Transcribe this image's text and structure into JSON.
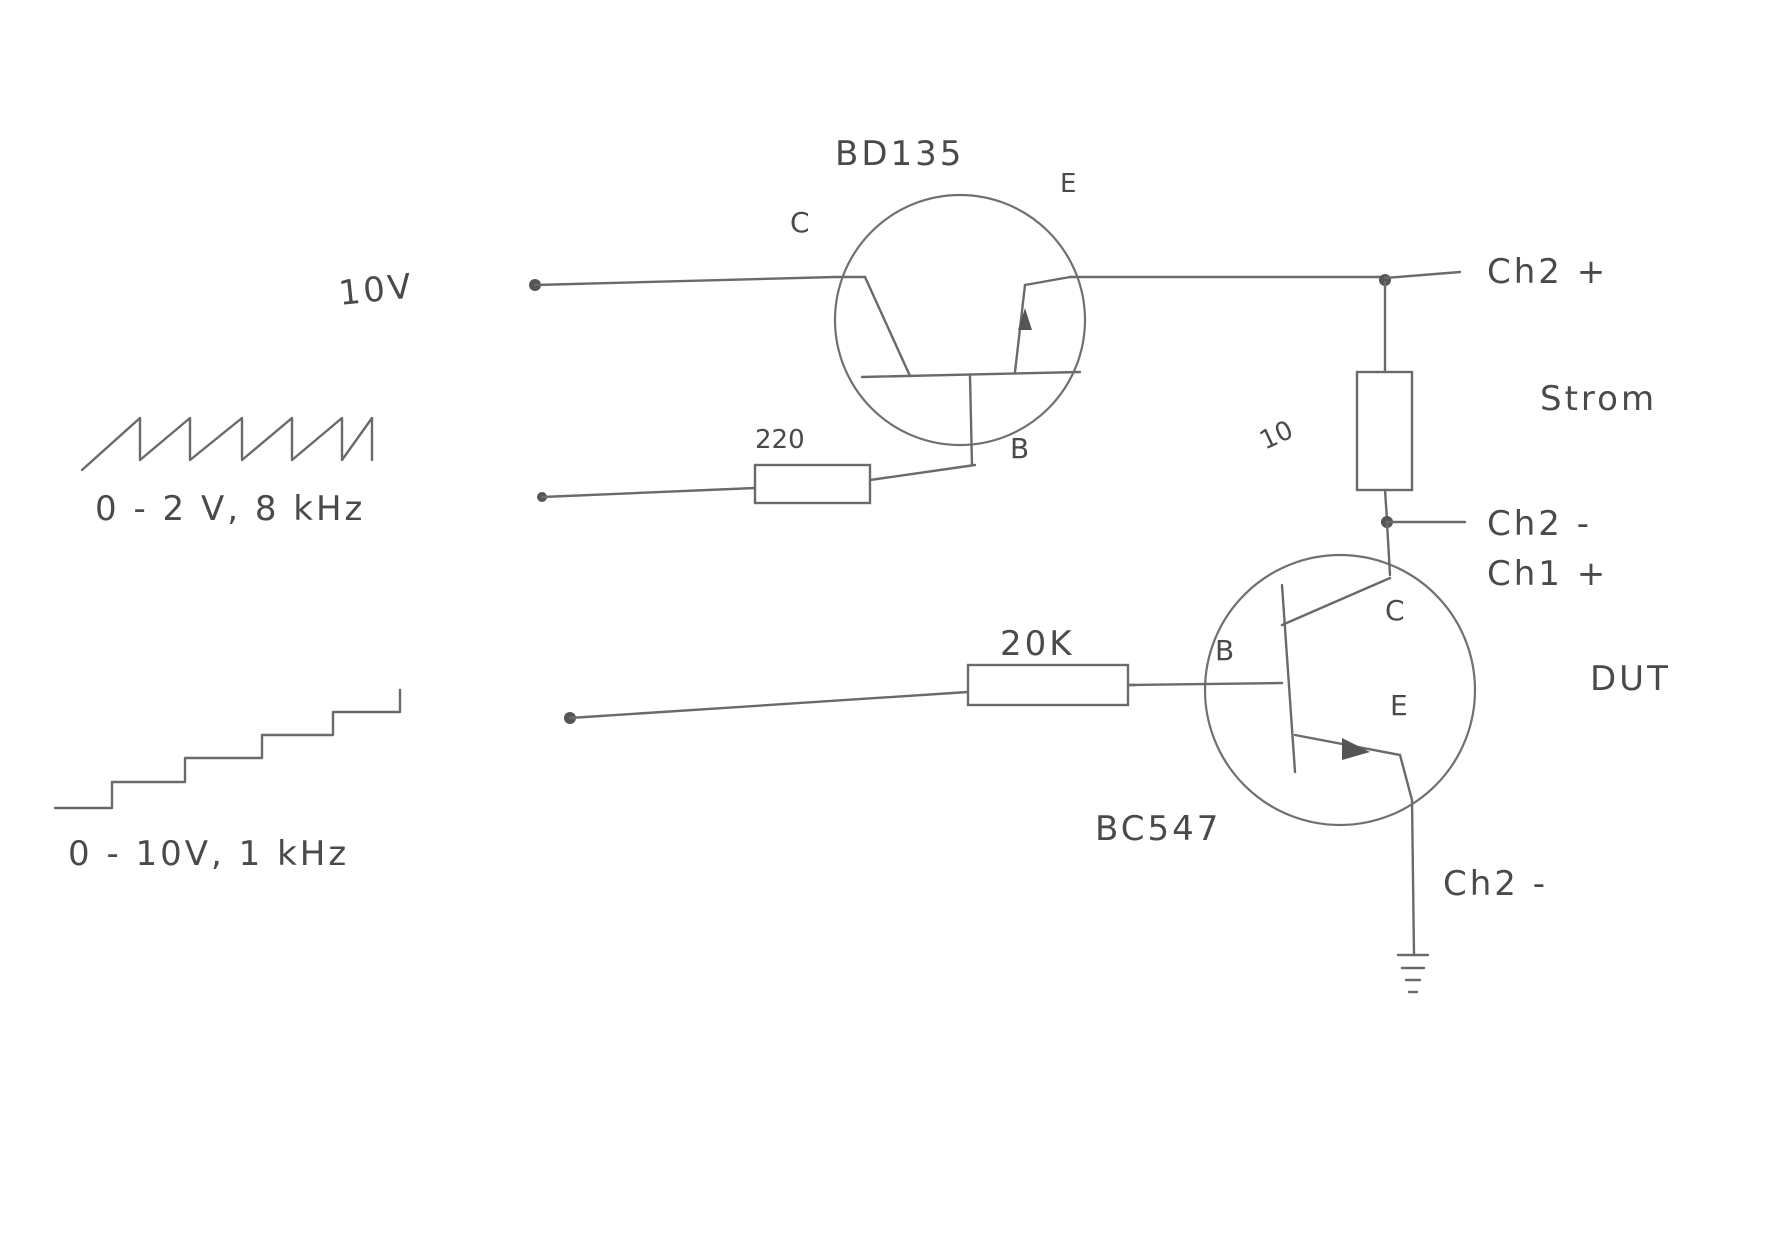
{
  "labels": {
    "top_transistor": "BD135",
    "top_c": "C",
    "top_e": "E",
    "top_b": "B",
    "supply": "10V",
    "r_base_top": "220",
    "input1": "0 - 2 V, 8 kHz",
    "out_ch2p": "Ch2 +",
    "sense_r": "10",
    "sense_label": "Strom",
    "ch2_minus_mid": "Ch2 -",
    "ch1_plus": "Ch1 +",
    "r_base_bottom": "20K",
    "bot_b": "B",
    "bot_c": "C",
    "bot_e": "E",
    "dut": "DUT",
    "bot_transistor": "BC547",
    "input2": "0 - 10V, 1 kHz",
    "ch2_minus_low": "Ch2 -"
  },
  "colors": {
    "pencil": "#6a6a6a",
    "paper": "#ffffff"
  }
}
